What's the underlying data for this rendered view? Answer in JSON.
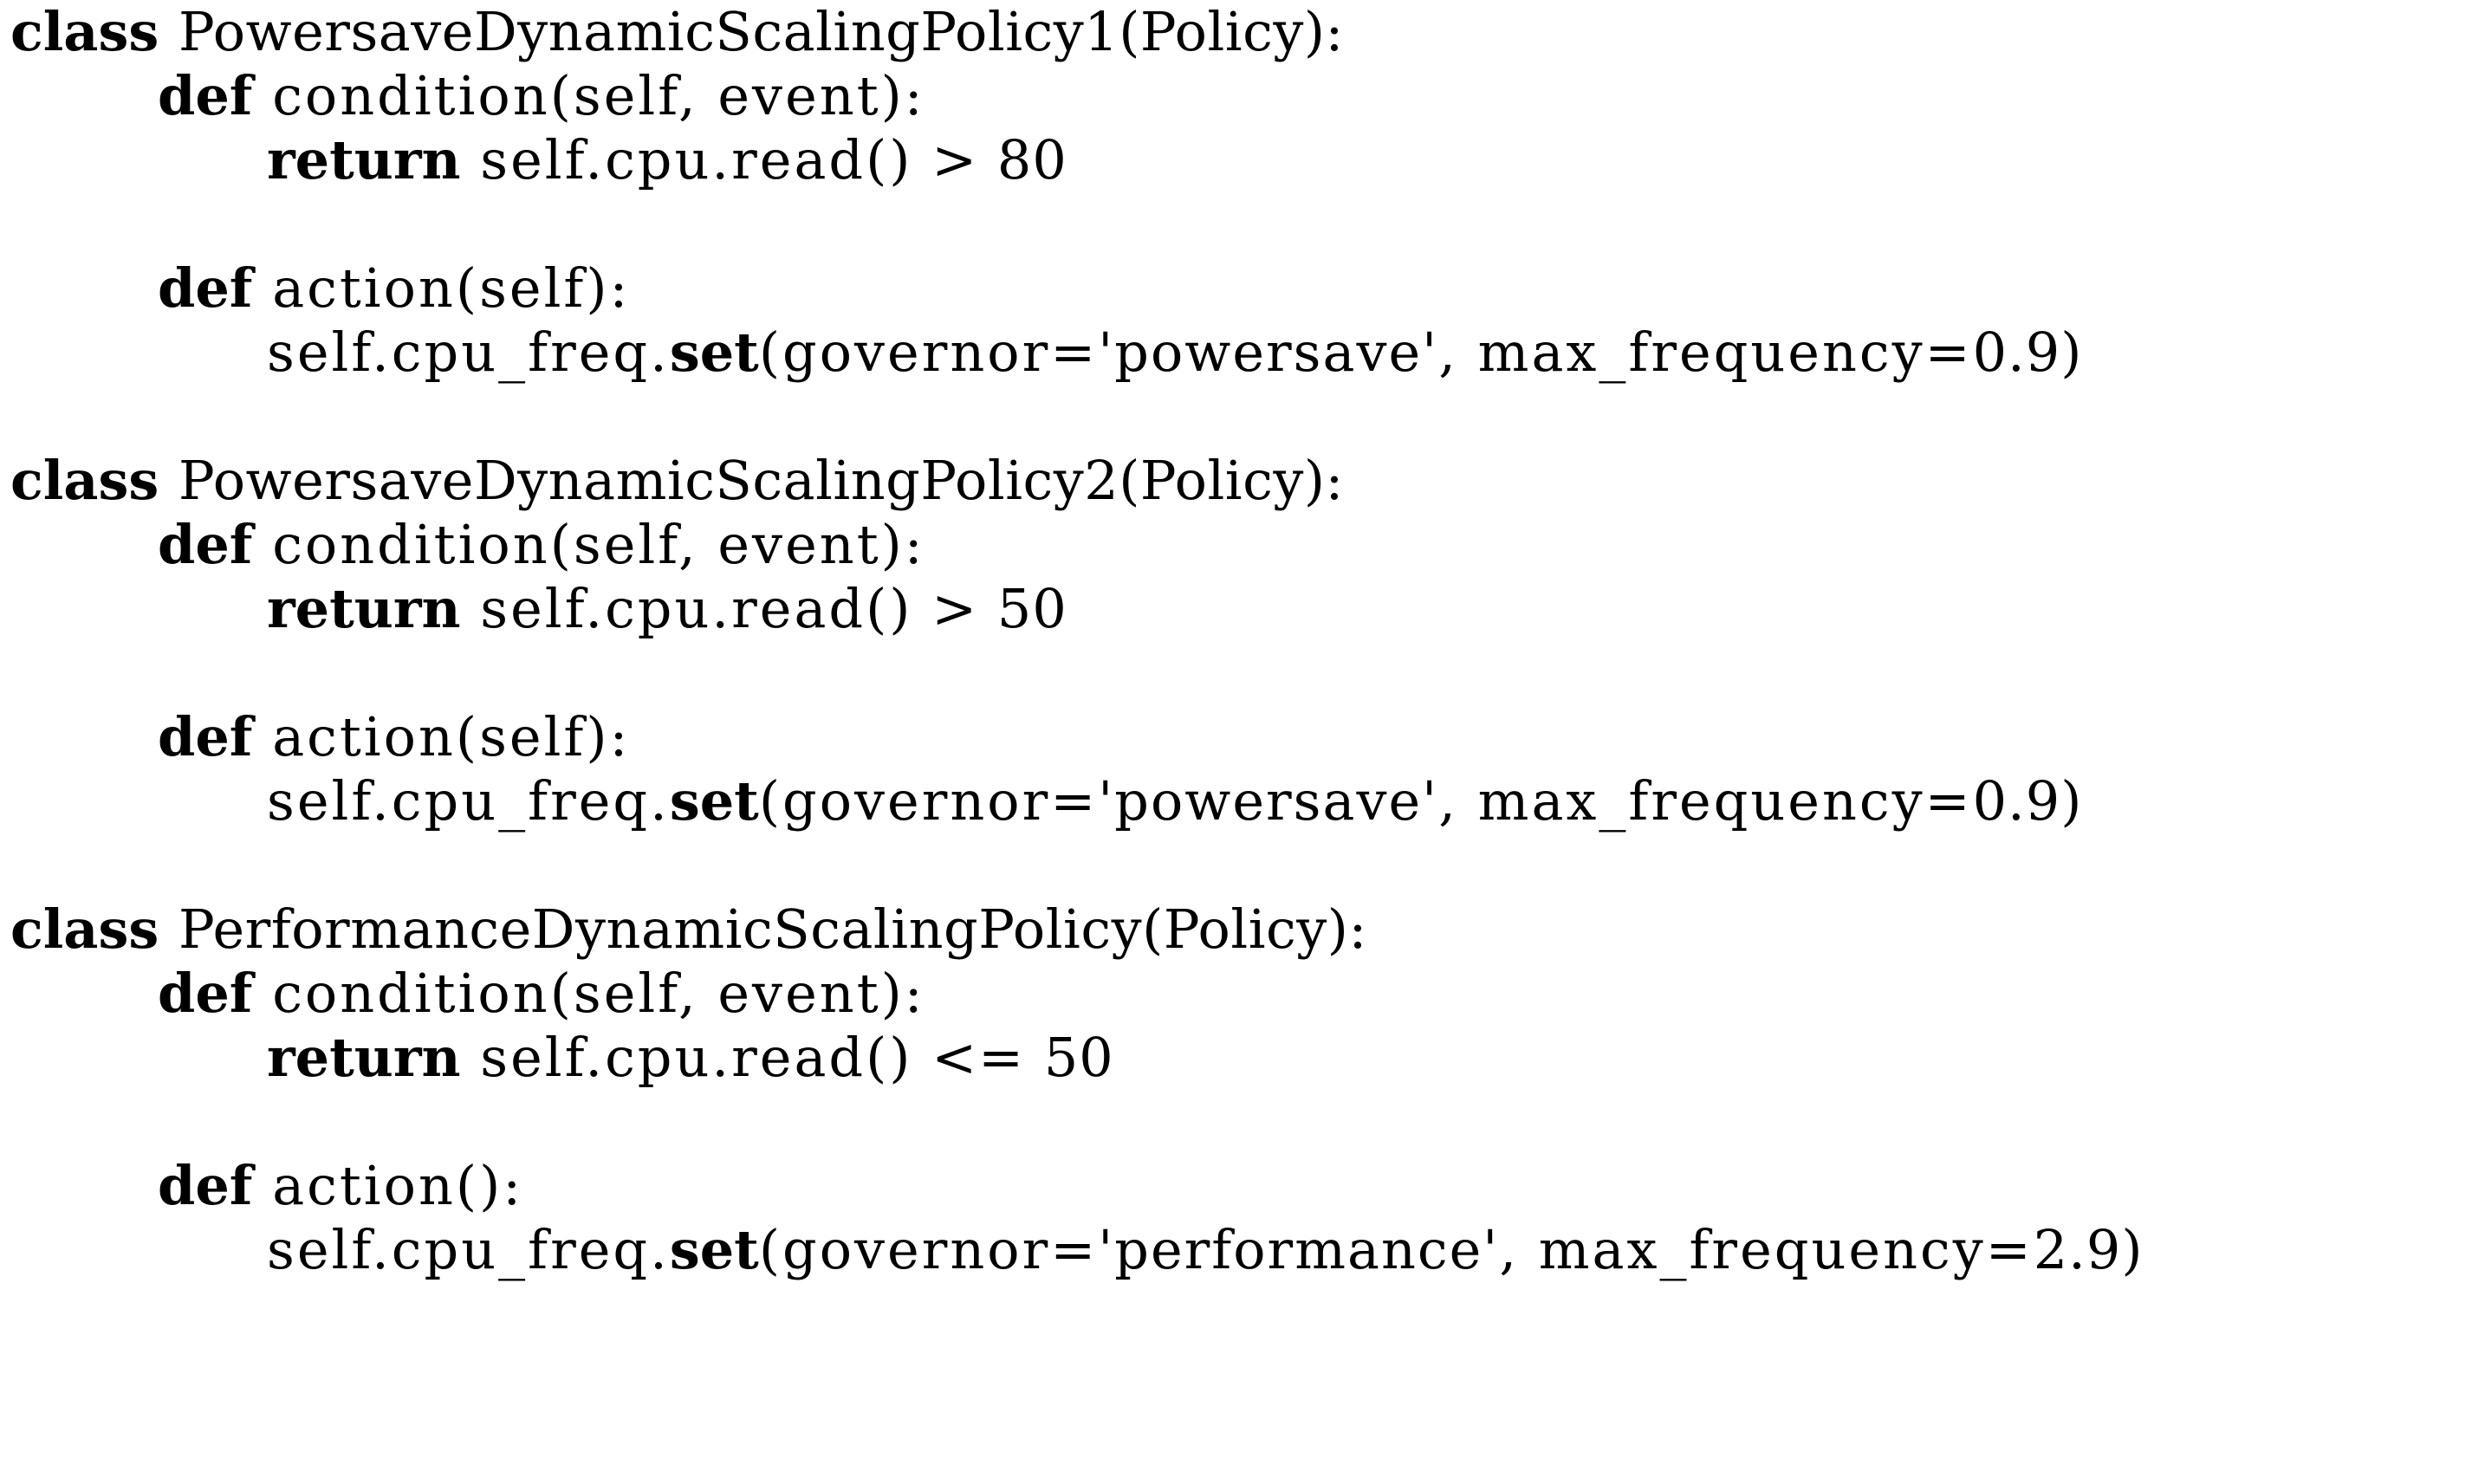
{
  "document": {
    "kind": "latex-code-listing",
    "language": "python",
    "background_color": "#ffffff",
    "text_color": "#000000",
    "keyword_style": "bold"
  },
  "code": {
    "keywords": [
      "class",
      "def",
      "return",
      "set"
    ],
    "blocks": [
      {
        "name": "powersave-dynamic-scaling-policy-1",
        "lines": [
          {
            "indent": 0,
            "segments": [
              {
                "t": "class",
                "k": "kw"
              },
              {
                "t": " ",
                "k": "plain"
              },
              {
                "t": "PowersaveDynamicScalingPolicy1(Policy):",
                "k": "cls-name"
              }
            ]
          },
          {
            "indent": 4,
            "segments": [
              {
                "t": "def",
                "k": "kw"
              },
              {
                "t": " ",
                "k": "plain"
              },
              {
                "t": "condition(self, event):",
                "k": "id"
              }
            ]
          },
          {
            "indent": 8,
            "segments": [
              {
                "t": "return",
                "k": "kw"
              },
              {
                "t": " ",
                "k": "plain"
              },
              {
                "t": "self.cpu.read()",
                "k": "id"
              },
              {
                "t": " > ",
                "k": "op"
              },
              {
                "t": "80",
                "k": "num"
              }
            ]
          },
          {
            "indent": 0,
            "blank": true,
            "segments": []
          },
          {
            "indent": 4,
            "segments": [
              {
                "t": "def",
                "k": "kw"
              },
              {
                "t": " ",
                "k": "plain"
              },
              {
                "t": "action(self):",
                "k": "id"
              }
            ]
          },
          {
            "indent": 8,
            "segments": [
              {
                "t": "self.cpu_freq.",
                "k": "id"
              },
              {
                "t": "set",
                "k": "kw"
              },
              {
                "t": "(governor=",
                "k": "id"
              },
              {
                "t": "'powersave'",
                "k": "str"
              },
              {
                "t": ", max_frequency=",
                "k": "id"
              },
              {
                "t": "0.9",
                "k": "num"
              },
              {
                "t": ")",
                "k": "id"
              }
            ]
          }
        ]
      },
      {
        "name": "powersave-dynamic-scaling-policy-2",
        "lines": [
          {
            "indent": 0,
            "segments": [
              {
                "t": "class",
                "k": "kw"
              },
              {
                "t": " ",
                "k": "plain"
              },
              {
                "t": "PowersaveDynamicScalingPolicy2(Policy):",
                "k": "cls-name"
              }
            ]
          },
          {
            "indent": 4,
            "segments": [
              {
                "t": "def",
                "k": "kw"
              },
              {
                "t": " ",
                "k": "plain"
              },
              {
                "t": "condition(self, event):",
                "k": "id"
              }
            ]
          },
          {
            "indent": 8,
            "segments": [
              {
                "t": "return",
                "k": "kw"
              },
              {
                "t": " ",
                "k": "plain"
              },
              {
                "t": "self.cpu.read()",
                "k": "id"
              },
              {
                "t": " > ",
                "k": "op"
              },
              {
                "t": "50",
                "k": "num"
              }
            ]
          },
          {
            "indent": 0,
            "blank": true,
            "segments": []
          },
          {
            "indent": 4,
            "segments": [
              {
                "t": "def",
                "k": "kw"
              },
              {
                "t": " ",
                "k": "plain"
              },
              {
                "t": "action(self):",
                "k": "id"
              }
            ]
          },
          {
            "indent": 8,
            "segments": [
              {
                "t": "self.cpu_freq.",
                "k": "id"
              },
              {
                "t": "set",
                "k": "kw"
              },
              {
                "t": "(governor=",
                "k": "id"
              },
              {
                "t": "'powersave'",
                "k": "str"
              },
              {
                "t": ", max_frequency=",
                "k": "id"
              },
              {
                "t": "0.9",
                "k": "num"
              },
              {
                "t": ")",
                "k": "id"
              }
            ]
          }
        ]
      },
      {
        "name": "performance-dynamic-scaling-policy",
        "lines": [
          {
            "indent": 0,
            "segments": [
              {
                "t": "class",
                "k": "kw"
              },
              {
                "t": " ",
                "k": "plain"
              },
              {
                "t": "PerformanceDynamicScalingPolicy(Policy):",
                "k": "cls-name"
              }
            ]
          },
          {
            "indent": 4,
            "segments": [
              {
                "t": "def",
                "k": "kw"
              },
              {
                "t": " ",
                "k": "plain"
              },
              {
                "t": "condition(self, event):",
                "k": "id"
              }
            ]
          },
          {
            "indent": 8,
            "segments": [
              {
                "t": "return",
                "k": "kw"
              },
              {
                "t": " ",
                "k": "plain"
              },
              {
                "t": "self.cpu.read()",
                "k": "id"
              },
              {
                "t": " <= ",
                "k": "op"
              },
              {
                "t": "50",
                "k": "num"
              }
            ]
          },
          {
            "indent": 0,
            "blank": true,
            "segments": []
          },
          {
            "indent": 4,
            "segments": [
              {
                "t": "def",
                "k": "kw"
              },
              {
                "t": " ",
                "k": "plain"
              },
              {
                "t": "action():",
                "k": "id"
              }
            ]
          },
          {
            "indent": 8,
            "segments": [
              {
                "t": "self.cpu_freq.",
                "k": "id"
              },
              {
                "t": "set",
                "k": "kw"
              },
              {
                "t": "(governor=",
                "k": "id"
              },
              {
                "t": "'performance'",
                "k": "str"
              },
              {
                "t": ", max_frequency=",
                "k": "id"
              },
              {
                "t": "2.9",
                "k": "num"
              },
              {
                "t": ")",
                "k": "id"
              }
            ]
          }
        ]
      }
    ]
  }
}
